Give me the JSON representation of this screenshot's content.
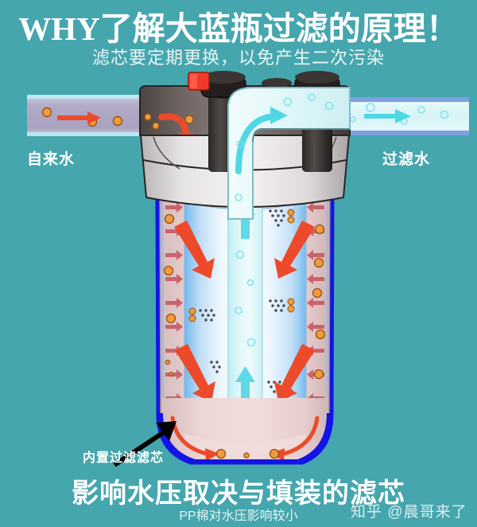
{
  "background_color": "#45a6ae",
  "header": {
    "title": "WHY了解大蓝瓶过滤的原理！",
    "subtitle": "滤芯要定期更换，以免产生二次污染"
  },
  "diagram": {
    "name": "big-blue-water-filter-cutaway",
    "inlet_label": "自来水",
    "outlet_label": "过滤水",
    "cartridge_callout": "内置过滤滤芯",
    "parts": {
      "pressure_release_button": "red-relief-button",
      "cap_bolt_left": "black-bolt-knob",
      "cap_bolt_right": "black-bolt-knob",
      "cap_center_nut": "dark-oval-nut",
      "housing_cap": "grey-housing-cap",
      "housing_bowl": "clear-housing-bowl",
      "filter_cartridge": "pp-cotton-cartridge",
      "cartridge_core": "central-riser-core",
      "inlet_pipe": "dirty-water-pipe",
      "outlet_pipe": "clean-water-pipe"
    },
    "colors": {
      "dirty_water": "#b5aec8",
      "clean_water": "#d8f4f6",
      "contaminant_dot": "#ea8c2a",
      "flow_arrow_dirty": "#e8442a",
      "flow_arrow_clean": "#4fd8e4",
      "housing_outline": "#1414e6",
      "chamber_fill": "#e3c7c7"
    }
  },
  "footer": {
    "headline": "影响水压取决与填装的滤芯",
    "footnote": "PP棉对水压影响较小",
    "watermark": "知乎 @晨哥来了"
  }
}
